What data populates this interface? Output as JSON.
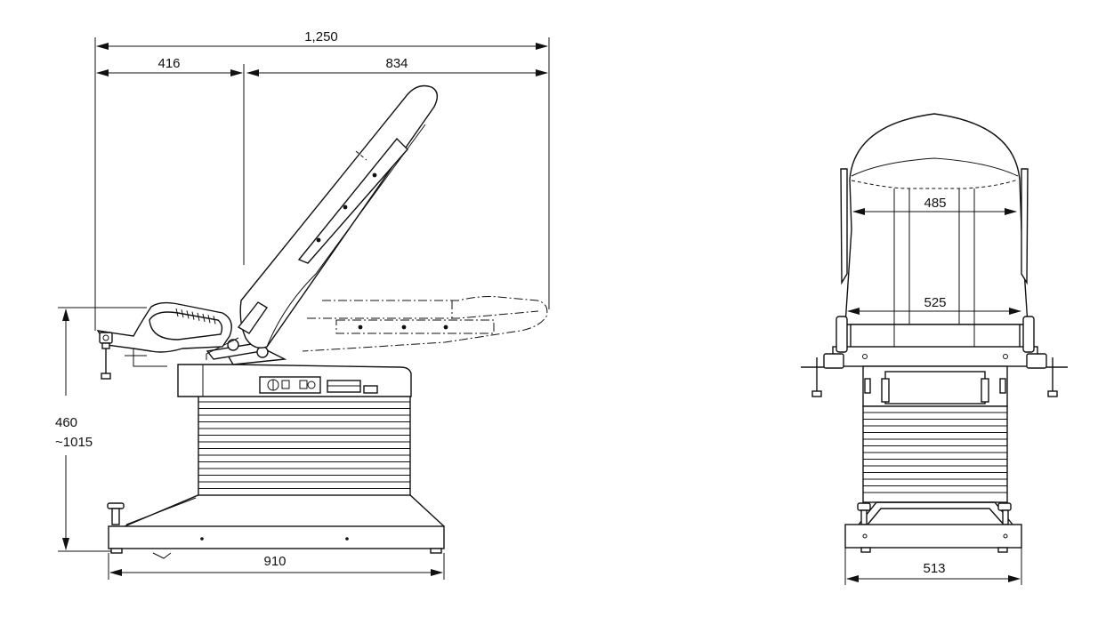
{
  "side_view": {
    "overall_length": "1,250",
    "rear_length": "416",
    "front_length": "834",
    "height_min": "460",
    "height_max": "~1015",
    "base_length": "910"
  },
  "front_view": {
    "backrest_width_top": "485",
    "seat_width": "525",
    "base_width": "513"
  }
}
